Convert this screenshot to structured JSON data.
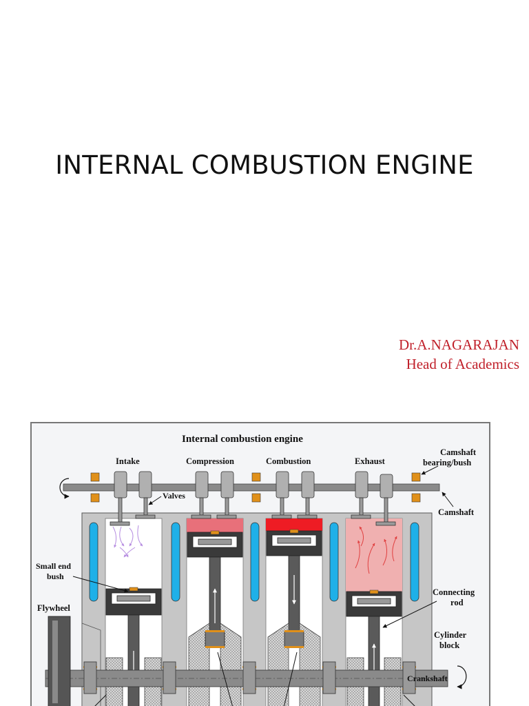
{
  "slide": {
    "title": "INTERNAL COMBUSTION ENGINE",
    "author_name": "Dr.A.NAGARAJAN",
    "author_role": "Head of Academics"
  },
  "diagram": {
    "heading": "Internal combustion engine",
    "stroke_labels": [
      "Intake",
      "Compression",
      "Combustion",
      "Exhaust"
    ],
    "part_labels": {
      "camshaft_bearing_line1": "Camshaft",
      "camshaft_bearing_line2": "bearing/bush",
      "valves": "Valves",
      "camshaft": "Camshaft",
      "small_end_line1": "Small end",
      "small_end_line2": "bush",
      "connecting_rod_line1": "Connecting",
      "connecting_rod_line2": "rod",
      "flywheel": "Flywheel",
      "cylinder_block_line1": "Cylinder",
      "cylinder_block_line2": "block",
      "crankshaft": "Crankshaft"
    },
    "colors": {
      "block": "#c6c6c6",
      "coolant": "#1fb0e8",
      "compression_top": "#e8707a",
      "combustion_top": "#ee1c24",
      "exhaust_gas": "#f0b0b0",
      "intake_arrows": "#b58be0",
      "bearing": "#e0901a",
      "label_text": "#c0202a"
    }
  }
}
